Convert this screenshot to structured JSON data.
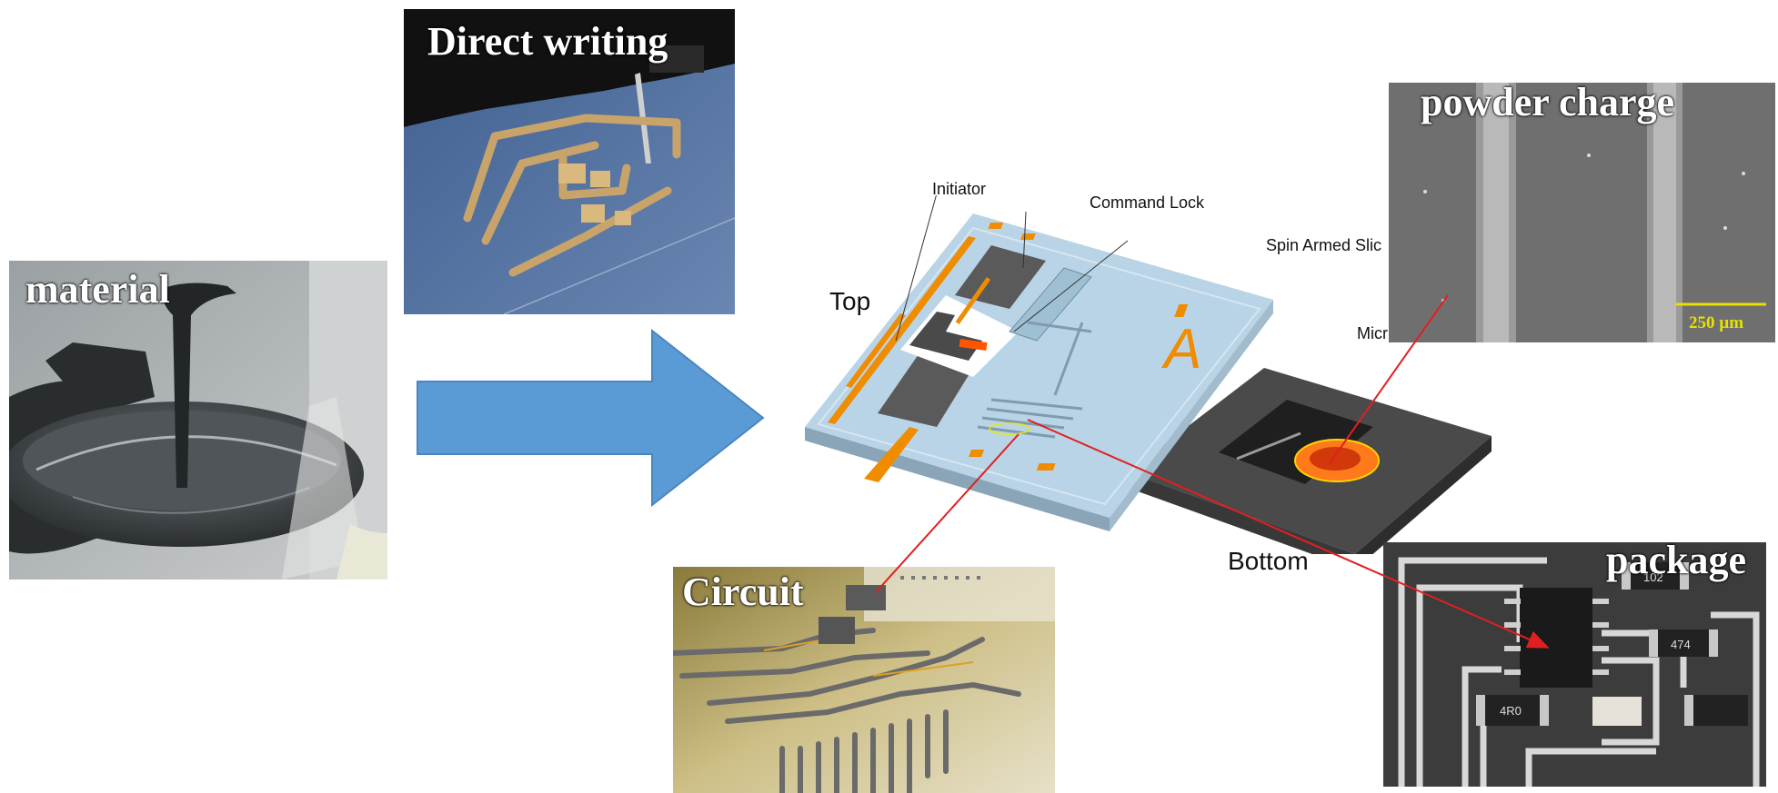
{
  "photos": {
    "material": "material",
    "direct_writing": "Direct  writing",
    "circuit": "Circuit",
    "powder_charge": "powder charge",
    "package": "package"
  },
  "device": {
    "top_label": "Top",
    "bottom_label": "Bottom",
    "big_letter": "A",
    "callouts": {
      "initiator": "Initiator",
      "command_lock": "Command Lock",
      "spin_armed": "Spin Armed Slic",
      "micro": "Micr"
    }
  },
  "scale_bar": {
    "label": "250 µm"
  },
  "ic_markings": {
    "r1": "102",
    "r2": "474",
    "r3": "4R0"
  },
  "colors": {
    "arrow": "#5b9bd5",
    "pointer": "#e02020",
    "chip": "#b9d4e6",
    "trace": "#f08c00",
    "scale": "#e8e000"
  }
}
